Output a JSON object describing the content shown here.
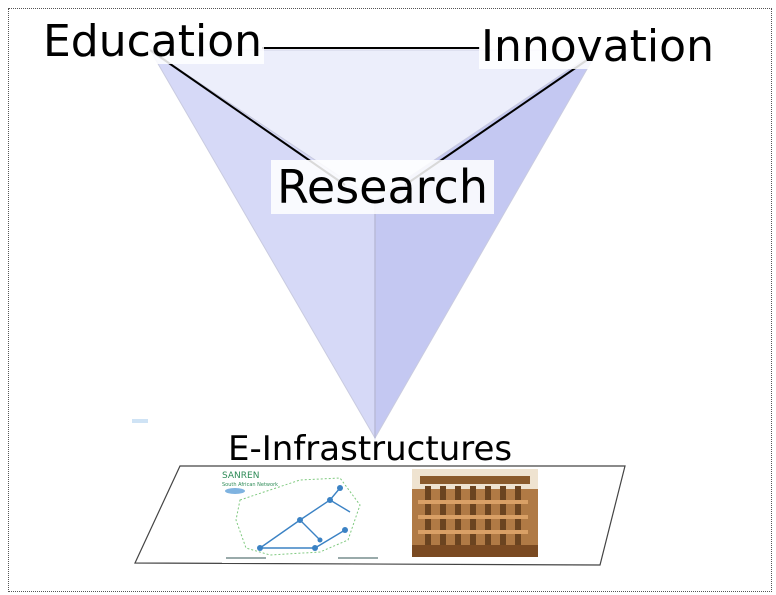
{
  "labels": {
    "education": "Education",
    "innovation": "Innovation",
    "research": "Research",
    "e_infrastructures": "E-Infrastructures"
  },
  "images": {
    "network_map": "network-map-image",
    "analytical_engine": "analytical-engine-image"
  },
  "colors": {
    "face_left": "#d6d9f7",
    "face_right": "#c4c8f2",
    "face_top": "#eceefb",
    "edge": "#000000"
  }
}
